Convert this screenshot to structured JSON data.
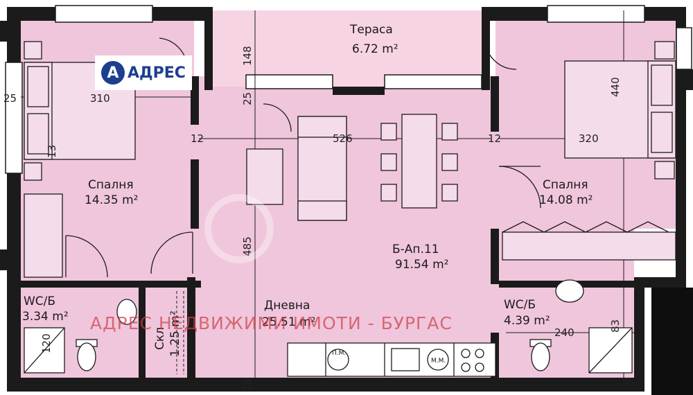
{
  "logo": {
    "mark": "A",
    "text": "АДРЕС"
  },
  "watermark": {
    "text": "АДРЕС НЕДВИЖИМИ ИМОТИ - БУРГАС"
  },
  "apartment": {
    "label": "Б-Ап.11",
    "area": "91.54 m²"
  },
  "rooms": {
    "terrace": {
      "name": "Тераса",
      "area": "6.72 m²"
    },
    "bedroom_left": {
      "name": "Спалня",
      "area": "14.35 m²"
    },
    "bedroom_right": {
      "name": "Спалня",
      "area": "14.08 m²"
    },
    "living": {
      "name": "Дневна",
      "area": "25.51 m²"
    },
    "wc_left": {
      "name": "WC/Б",
      "area": "3.34 m²"
    },
    "wc_right": {
      "name": "WC/Б",
      "area": "4.39 m²"
    },
    "storage": {
      "name": "Скл",
      "area": "1.25 m²"
    }
  },
  "dimensions": [
    "310",
    "148",
    "25",
    "526",
    "12",
    "440",
    "320",
    "485",
    "240",
    "120",
    "83",
    "25",
    "13"
  ],
  "appliances": {
    "dishwasher": "П.М.",
    "washer": "М.М."
  },
  "colors": {
    "floor": "#f0c6dc",
    "wall": "#1b1b1b",
    "terrace": "#f7d4e4",
    "brand": "#1d3f8f"
  }
}
